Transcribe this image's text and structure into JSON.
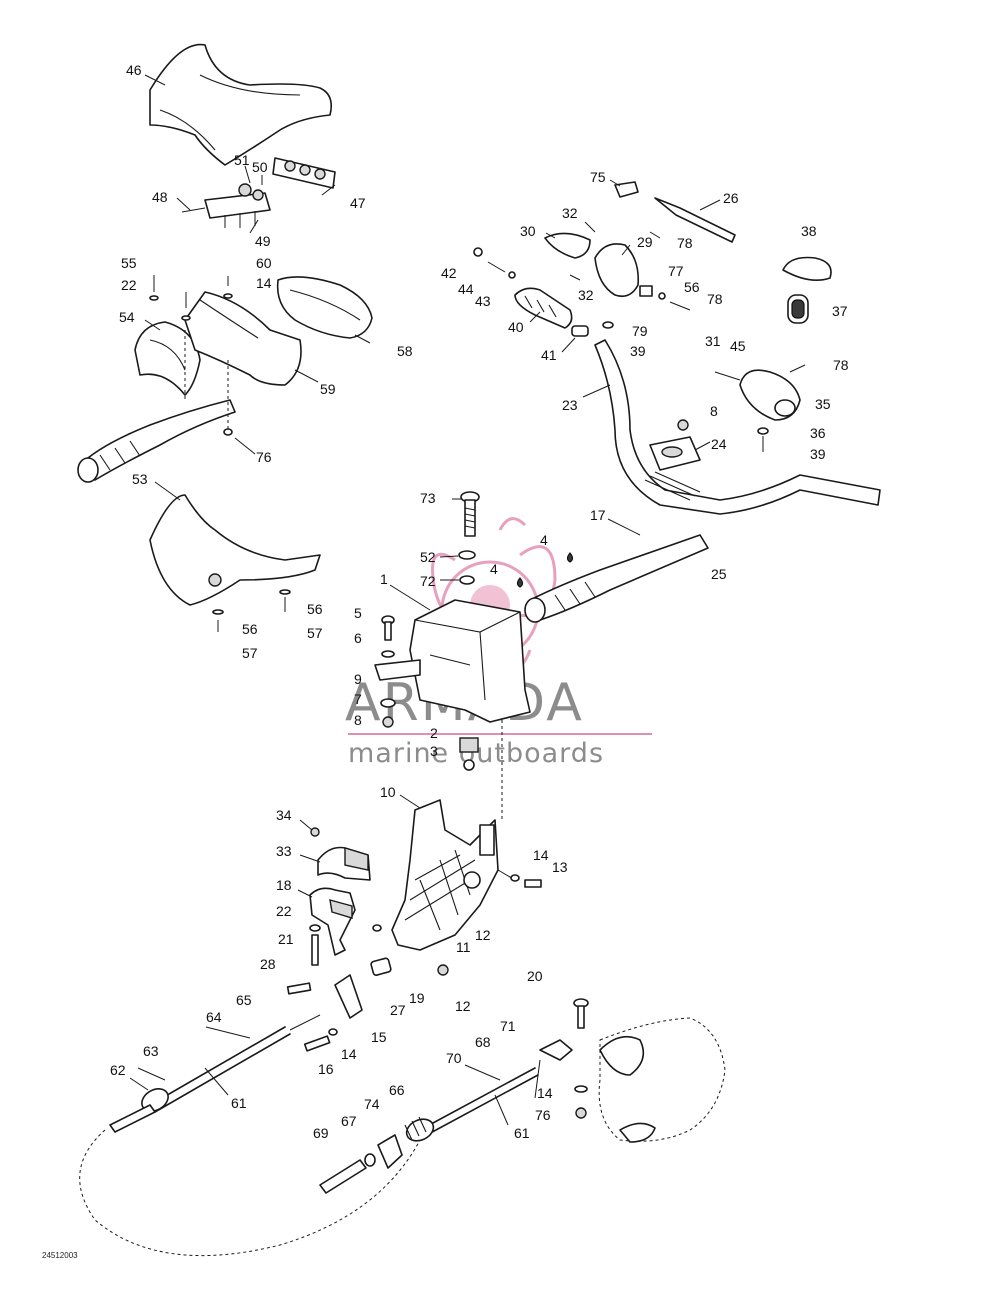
{
  "watermark": {
    "brand": "ARMADA",
    "tagline": "marine outboards",
    "accent_color": "#e38fb1",
    "text_color": "#8c8c8c"
  },
  "diagram_code": "24512003",
  "callouts": [
    "46",
    "51",
    "50",
    "48",
    "47",
    "49",
    "55",
    "60",
    "22",
    "14",
    "54",
    "58",
    "59",
    "76",
    "53",
    "56",
    "57",
    "56",
    "57",
    "75",
    "26",
    "32",
    "30",
    "29",
    "78",
    "38",
    "42",
    "44",
    "43",
    "32",
    "77",
    "56",
    "78",
    "40",
    "79",
    "41",
    "39",
    "31",
    "45",
    "37",
    "78",
    "23",
    "8",
    "35",
    "36",
    "24",
    "39",
    "73",
    "17",
    "52",
    "4",
    "72",
    "4",
    "25",
    "1",
    "5",
    "6",
    "9",
    "7",
    "8",
    "2",
    "3",
    "10",
    "34",
    "14",
    "13",
    "33",
    "18",
    "22",
    "11",
    "12",
    "21",
    "28",
    "19",
    "27",
    "12",
    "20",
    "65",
    "15",
    "64",
    "16",
    "14",
    "63",
    "71",
    "62",
    "68",
    "61",
    "70",
    "14",
    "76",
    "66",
    "74",
    "67",
    "61",
    "69"
  ]
}
